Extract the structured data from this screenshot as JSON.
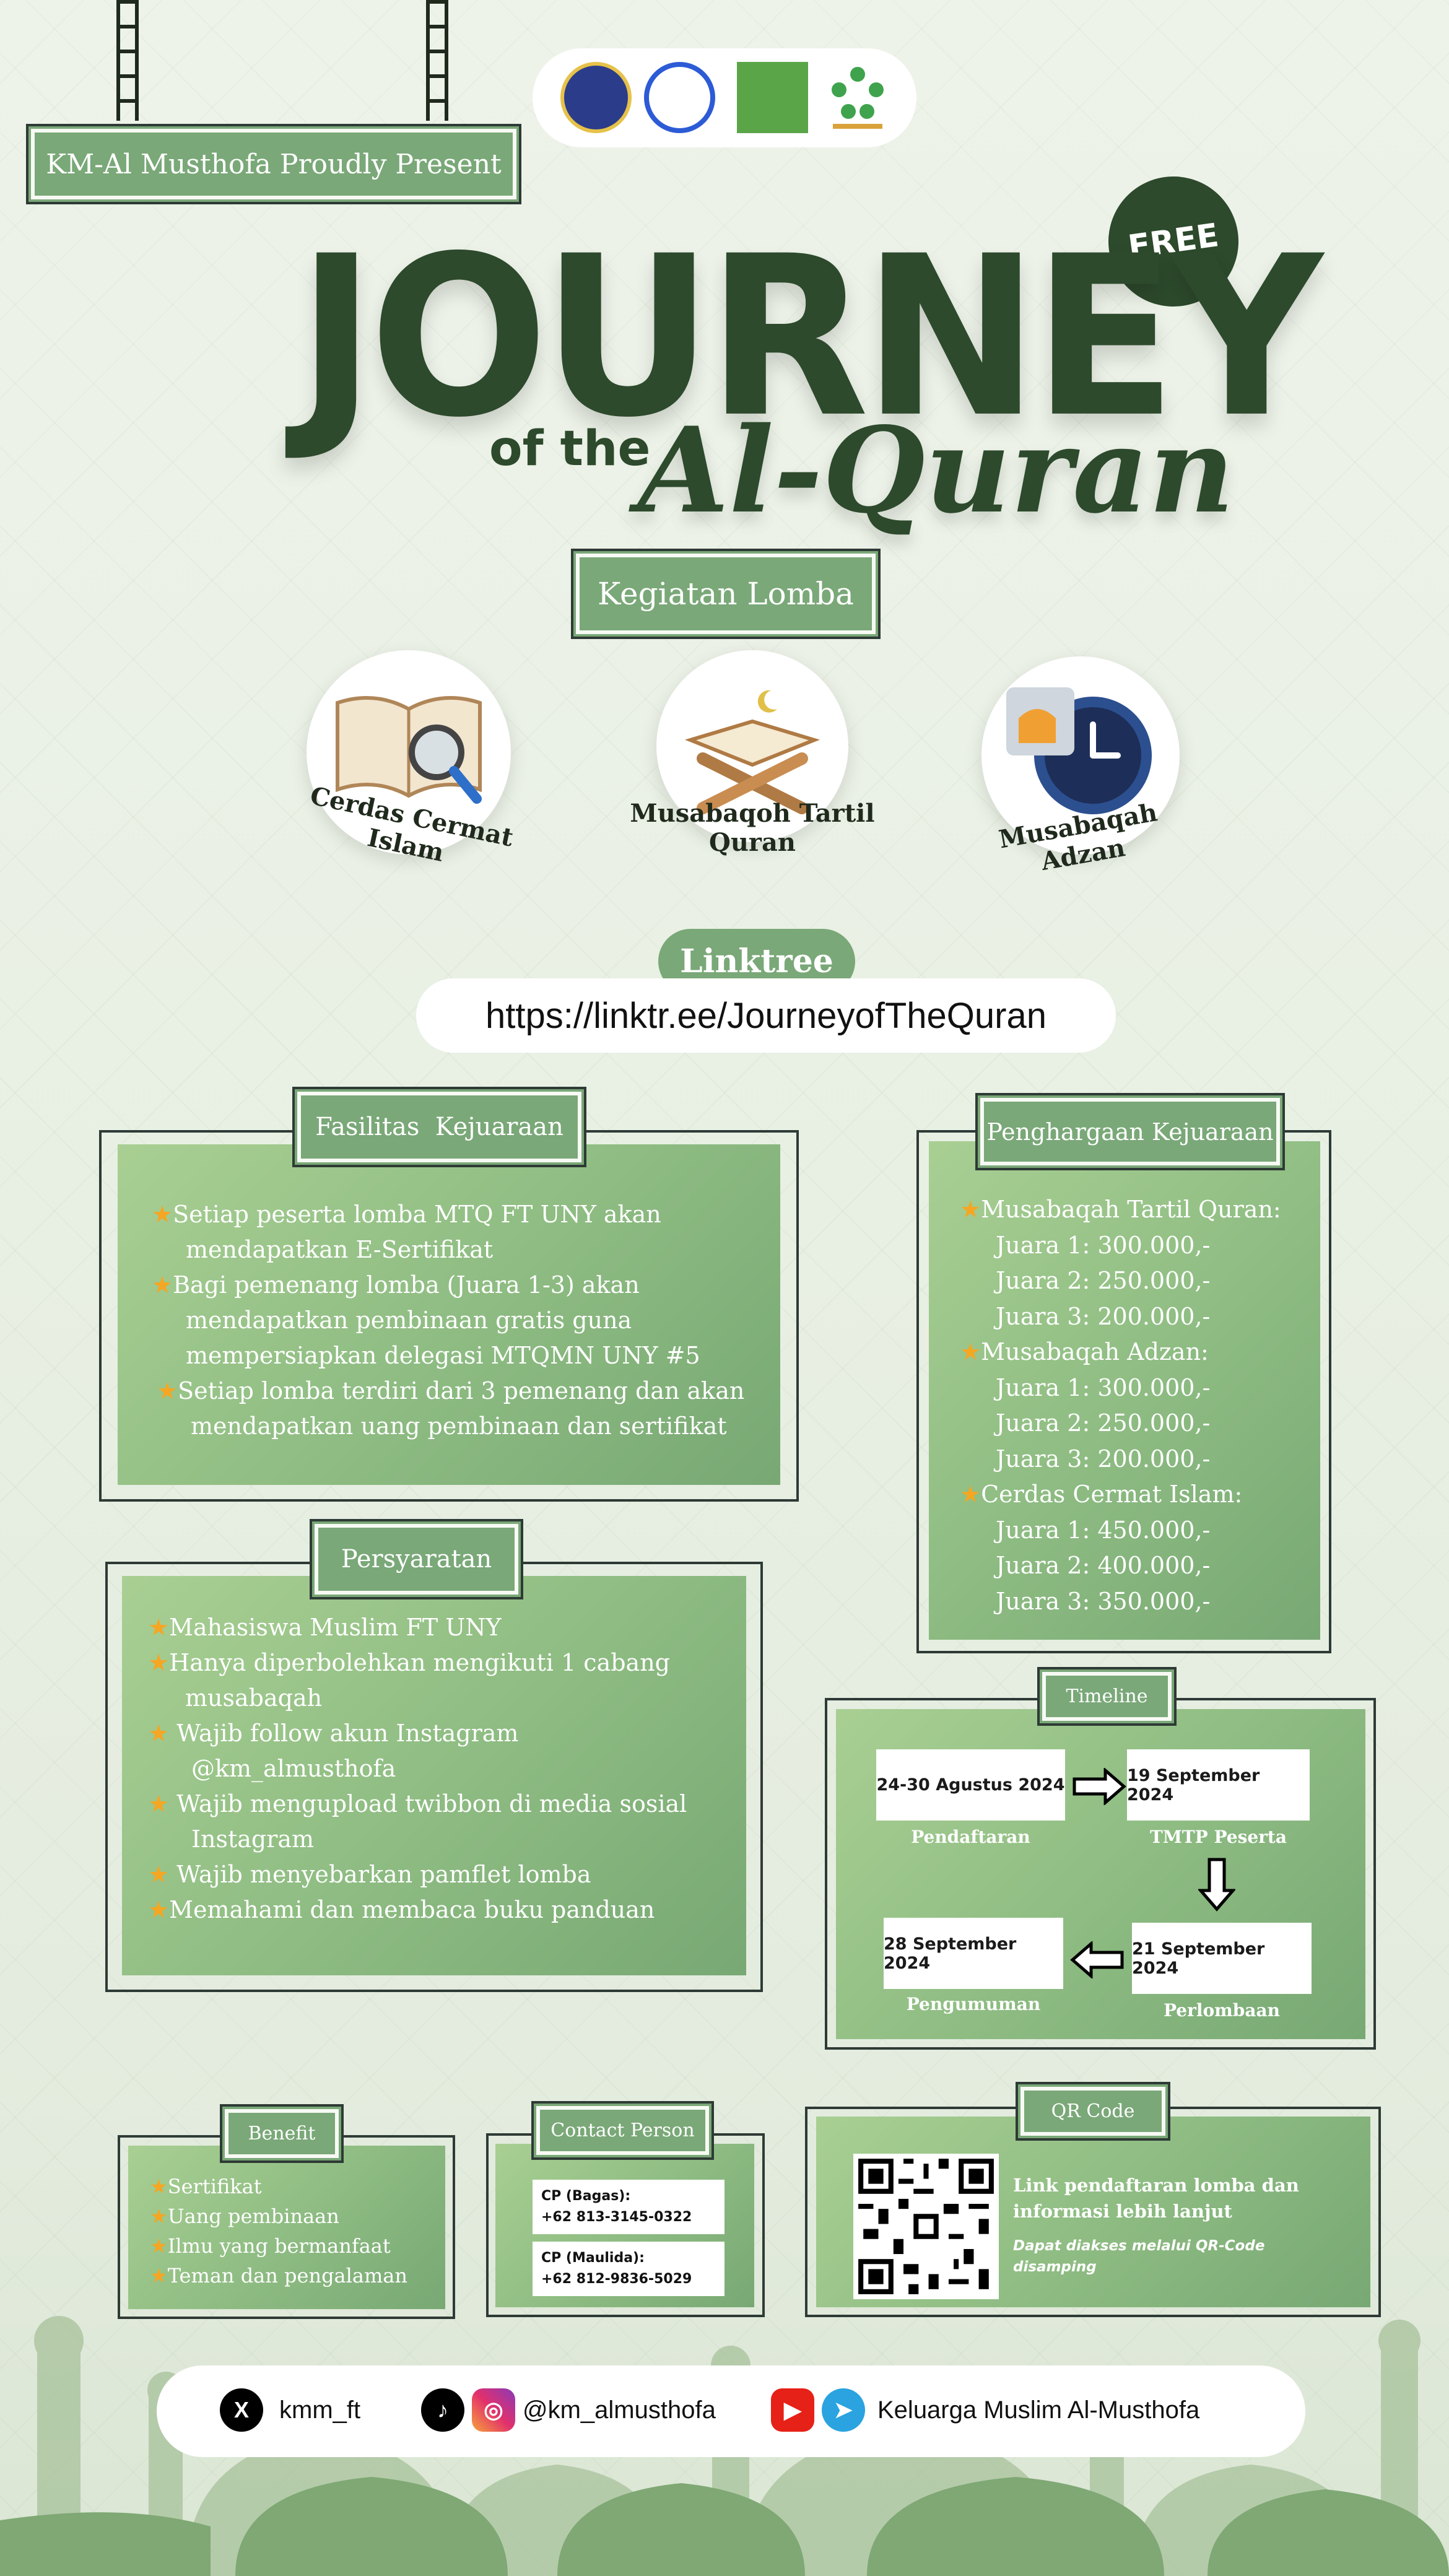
{
  "header": {
    "present_label": "KM-Al Musthofa Proudly Present",
    "free_badge": "FREE",
    "title_main": "JOURNEY",
    "title_of_the": "of the",
    "title_script": "Al-Quran"
  },
  "logos": [
    "uny-logo-icon",
    "forum-ukhuwah-logo-icon",
    "keluarga-muslim-logo-icon",
    "humanity-logo-icon"
  ],
  "kegiatan": {
    "label": "Kegiatan Lomba",
    "items": [
      {
        "label": "Cerdas Cermat Islam",
        "icon": "book-magnifier-icon"
      },
      {
        "label": "Musabaqoh Tartil Quran",
        "icon": "quran-stand-icon"
      },
      {
        "label": "Musabaqah Adzan",
        "icon": "mosque-clock-icon"
      }
    ]
  },
  "linktree": {
    "label": "Linktree",
    "url": "https://linktr.ee/JourneyofTheQuran"
  },
  "fasilitas": {
    "title": "Fasilitas  Kejuaraan",
    "items": [
      [
        "Setiap peserta lomba MTQ FT UNY akan",
        "mendapatkan E-Sertifikat"
      ],
      [
        "Bagi pemenang lomba (Juara 1-3) akan",
        "mendapatkan pembinaan gratis guna",
        "mempersiapkan delegasi MTQMN UNY #5"
      ],
      [
        "Setiap lomba terdiri dari 3 pemenang dan akan",
        "mendapatkan uang pembinaan dan sertifikat"
      ]
    ]
  },
  "penghargaan": {
    "title": "Penghargaan Kejuaraan",
    "groups": [
      {
        "name": "Musabaqah Tartil Quran:",
        "lines": [
          "Juara 1:  300.000,-",
          "Juara 2: 250.000,-",
          "Juara 3: 200.000,-"
        ]
      },
      {
        "name": "Musabaqah Adzan:",
        "lines": [
          "Juara 1: 300.000,-",
          "Juara 2: 250.000,-",
          "Juara 3: 200.000,-"
        ]
      },
      {
        "name": "Cerdas Cermat Islam:",
        "lines": [
          "Juara 1: 450.000,-",
          "Juara 2: 400.000,-",
          "Juara 3: 350.000,-"
        ]
      }
    ]
  },
  "persyaratan": {
    "title": "Persyaratan",
    "items": [
      [
        "Mahasiswa Muslim FT UNY"
      ],
      [
        "Hanya diperbolehkan mengikuti 1 cabang",
        "musabaqah"
      ],
      [
        " Wajib follow akun Instagram",
        "@km_almusthofa"
      ],
      [
        " Wajib mengupload twibbon di media sosial",
        "Instagram"
      ],
      [
        " Wajib menyebarkan pamflet lomba"
      ],
      [
        "Memahami dan membaca buku panduan"
      ]
    ]
  },
  "timeline": {
    "title": "Timeline",
    "steps": [
      {
        "date": "24-30 Agustus 2024",
        "caption": "Pendaftaran"
      },
      {
        "date": "19 September 2024",
        "caption": "TMTP Peserta"
      },
      {
        "date": "21 September 2024",
        "caption": "Perlombaan"
      },
      {
        "date": "28 September 2024",
        "caption": "Pengumuman"
      }
    ]
  },
  "benefit": {
    "title": "Benefit",
    "items": [
      "Sertifikat",
      "Uang pembinaan",
      "Ilmu yang bermanfaat",
      "Teman dan pengalaman"
    ]
  },
  "contact": {
    "title": "Contact Person",
    "people": [
      {
        "name": "CP (Bagas):",
        "phone": "+62 813-3145-0322"
      },
      {
        "name": "CP (Maulida):",
        "phone": "+62 812-9836-5029"
      }
    ]
  },
  "qr": {
    "title": "QR Code",
    "desc": "Link pendaftaran lomba dan informasi lebih lanjut",
    "note": "Dapat diakses melalui QR-Code disamping"
  },
  "socials": {
    "x_handle": "kmm_ft",
    "ig_handle": "@km_almusthofa",
    "yt_name": "Keluarga Muslim Al-Musthofa"
  },
  "colors": {
    "dark_green": "#2b4a2a",
    "accent_green": "#7aa878",
    "star": "#f5a623"
  }
}
